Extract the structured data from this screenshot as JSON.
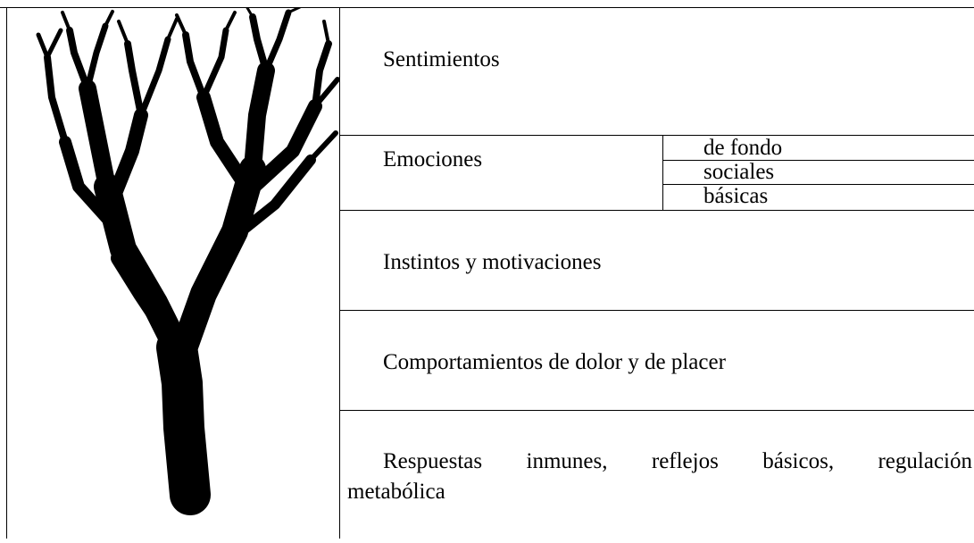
{
  "tree": {
    "icon": "tree-icon",
    "color": "#000000"
  },
  "levels": {
    "sentimientos": "Sentimientos",
    "emociones": {
      "label": "Emociones",
      "sub": [
        "de fondo",
        "sociales",
        "básicas"
      ]
    },
    "instintos": "Instintos y motivaciones",
    "comportamientos": "Comportamientos de dolor y de placer",
    "respuestas_line1": "Respuestas inmunes, reflejos básicos, regulación",
    "respuestas_line2": "metabólica"
  }
}
